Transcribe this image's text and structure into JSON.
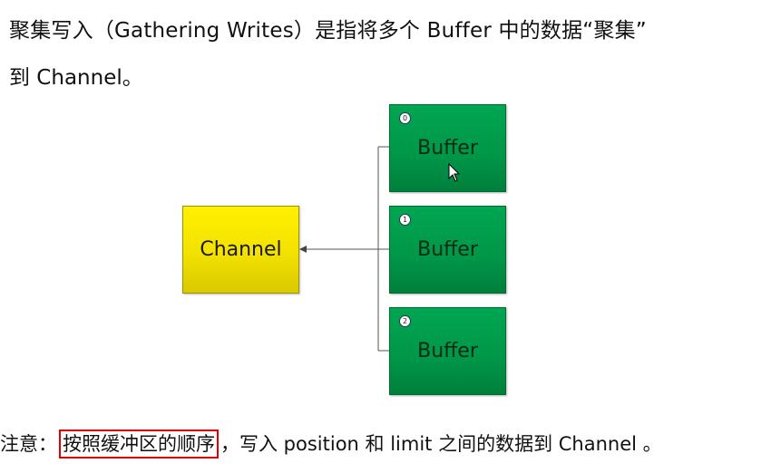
{
  "text": {
    "line1": "聚集写入（Gathering Writes）是指将多个 Buffer 中的数据“聚集”",
    "line2": "到 Channel。"
  },
  "diagram": {
    "channel_label": "Channel",
    "buffers": [
      {
        "index": "0",
        "label": "Buffer"
      },
      {
        "index": "1",
        "label": "Buffer"
      },
      {
        "index": "2",
        "label": "Buffer"
      }
    ]
  },
  "note": {
    "prefix": "注意：",
    "highlight": "按照缓冲区的顺序",
    "suffix": "，写入 position 和 limit 之间的数据到 Channel 。"
  },
  "colors": {
    "channel_fill": "#f3e100",
    "buffer_fill": "#009648",
    "highlight_border": "#e00000"
  }
}
